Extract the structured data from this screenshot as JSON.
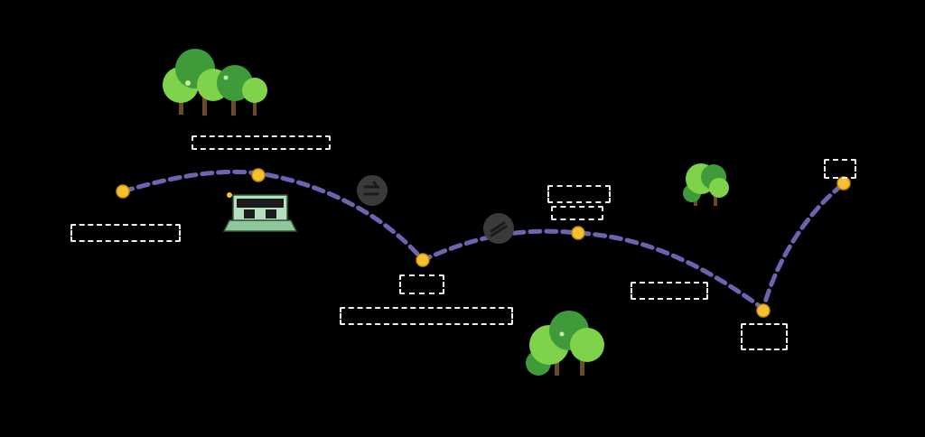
{
  "map": {
    "background": "#000000",
    "route_color": "#6e63b0",
    "stop_color": "#f7c02e",
    "tree_colors": {
      "leaf_light": "#7fd34a",
      "leaf_dark": "#3f9a3a",
      "trunk": "#6b4a2b"
    },
    "icons": [
      "tree-cluster-icon",
      "platform-building-icon",
      "direction-arrow-icon"
    ],
    "stops": [
      {
        "id": "stop-1",
        "label": ""
      },
      {
        "id": "stop-2",
        "label": ""
      },
      {
        "id": "stop-3",
        "label": ""
      },
      {
        "id": "stop-4",
        "label": ""
      },
      {
        "id": "stop-5",
        "label": ""
      },
      {
        "id": "stop-6",
        "label": ""
      }
    ]
  }
}
